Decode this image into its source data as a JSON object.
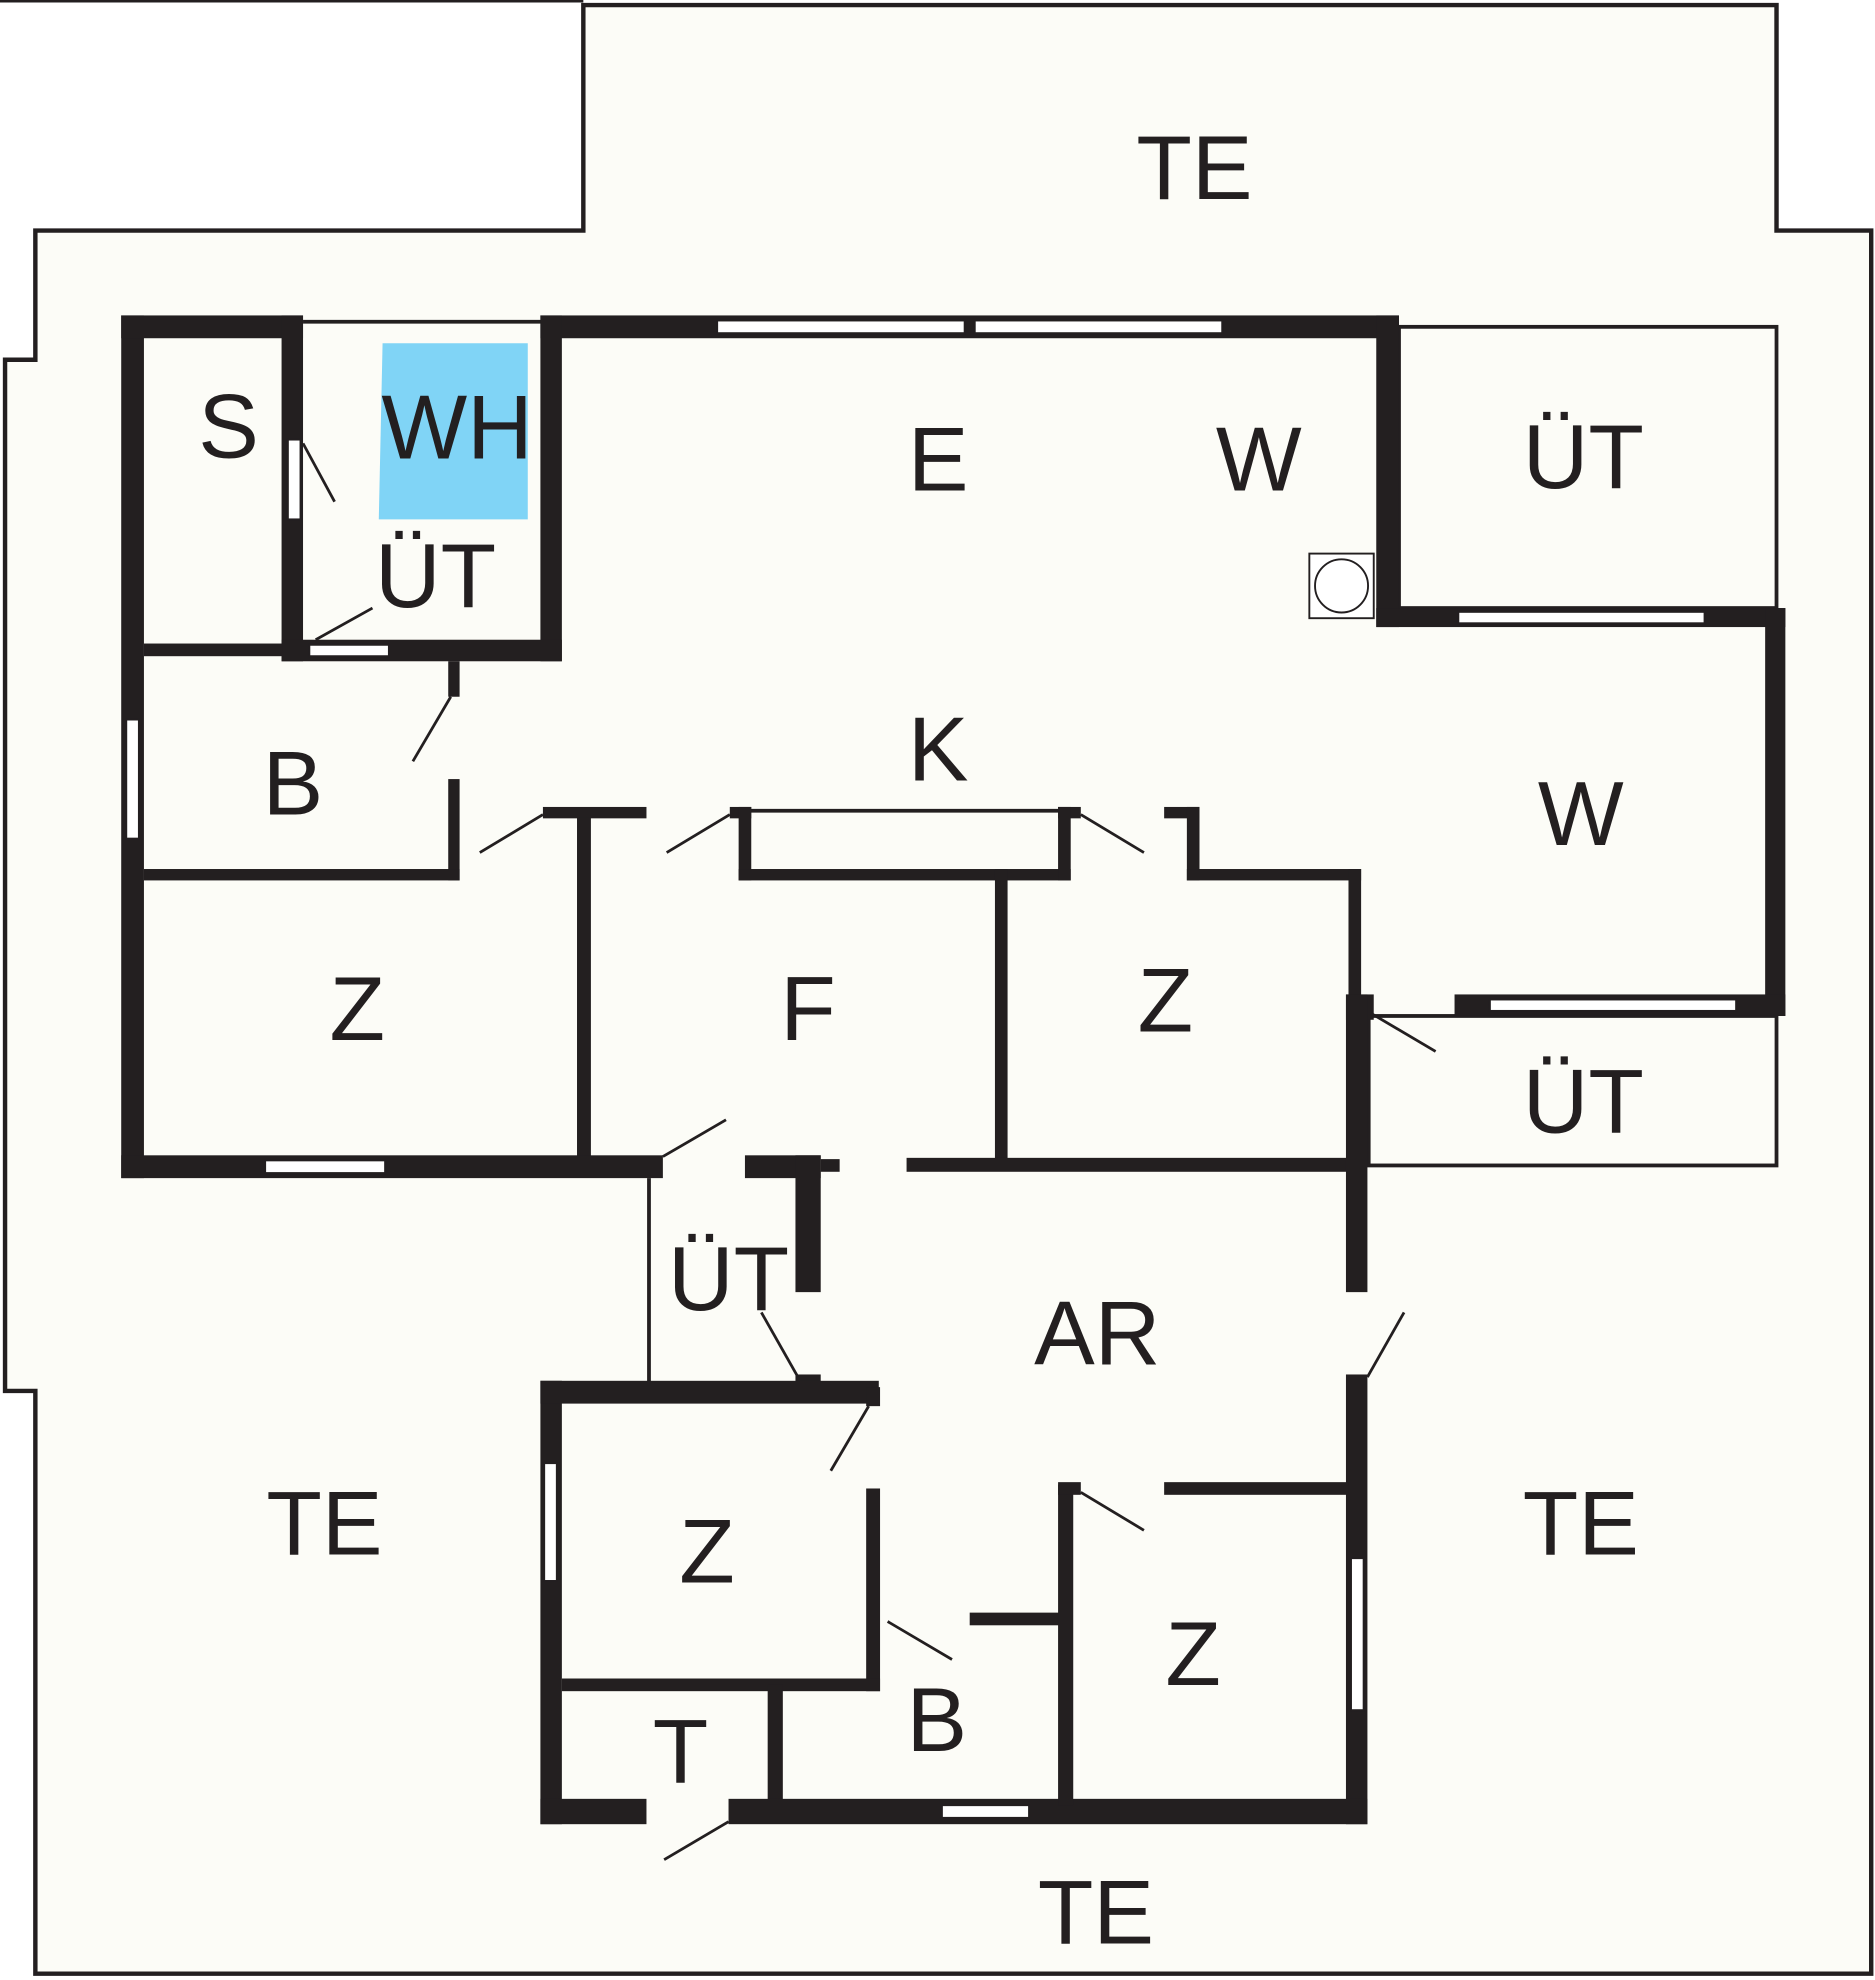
{
  "colors": {
    "wall": "#231f20",
    "floor": "#fcfcf7",
    "highlight": "#80d4f6"
  },
  "rooms": {
    "te_top": "TE",
    "s": "S",
    "wh": "WH",
    "ut_wh": "ÜT",
    "e": "E",
    "w_top": "W",
    "ut_top_right": "ÜT",
    "k": "K",
    "b_left": "B",
    "w_right": "W",
    "z_left": "Z",
    "f": "F",
    "z_mid": "Z",
    "ut_right": "ÜT",
    "ut_small": "ÜT",
    "ar": "AR",
    "te_left": "TE",
    "te_right": "TE",
    "z_bottom_left": "Z",
    "z_bottom_right": "Z",
    "t": "T",
    "b_bottom": "B",
    "te_bottom": "TE"
  }
}
